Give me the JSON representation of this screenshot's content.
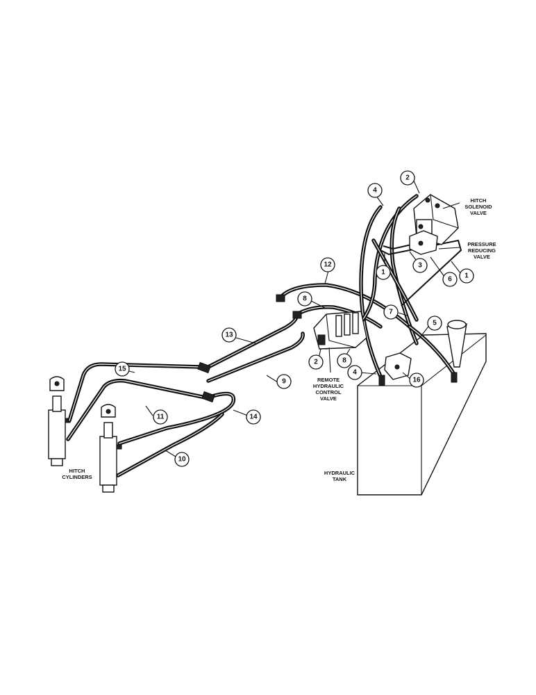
{
  "labels": {
    "hitch_solenoid_valve": [
      "HITCH",
      "SOLENOID",
      "VALVE"
    ],
    "pressure_reducing_valve": [
      "PRESSURE",
      "REDUCING",
      "VALVE"
    ],
    "remote_hydraulic_control_valve": [
      "REMOTE",
      "HYDRAULIC",
      "CONTROL",
      "VALVE"
    ],
    "hitch_cylinders": [
      "HITCH",
      "CYLINDERS"
    ],
    "hydraulic_tank": [
      "HYDRAULIC",
      "TANK"
    ]
  },
  "callouts": [
    "1",
    "1",
    "2",
    "2",
    "3",
    "4",
    "4",
    "5",
    "6",
    "7",
    "8",
    "8",
    "9",
    "10",
    "11",
    "12",
    "13",
    "14",
    "15",
    "16"
  ]
}
